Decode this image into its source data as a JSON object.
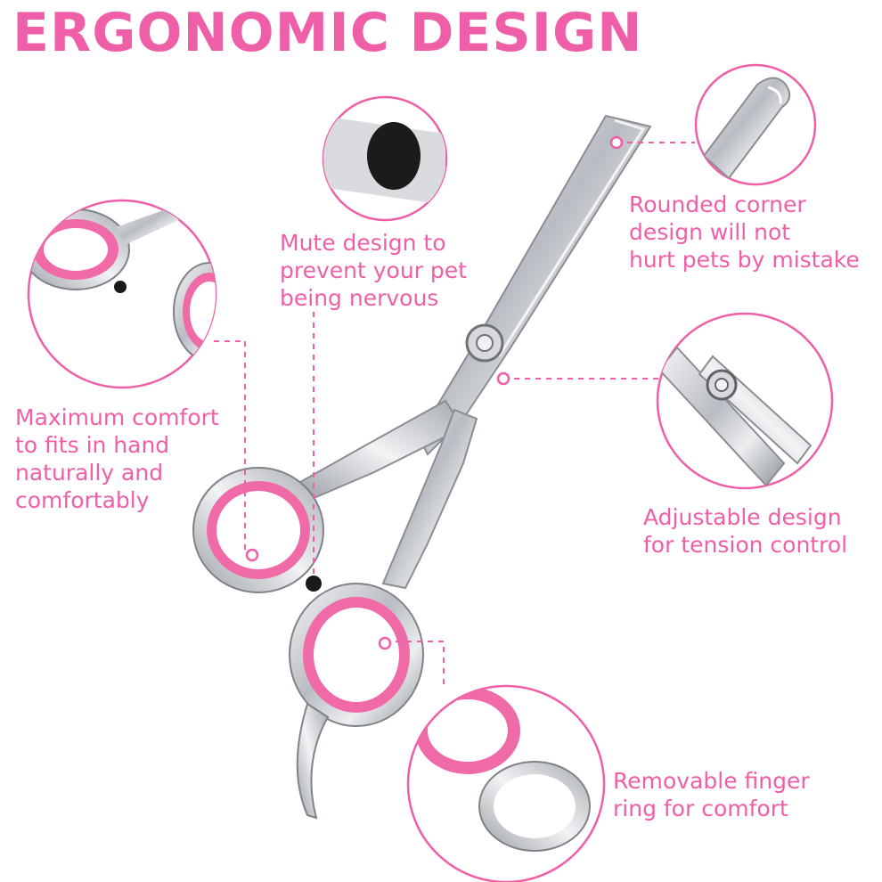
{
  "title": "ERGONOMIC DESIGN",
  "colors": {
    "accent": "#ef5fa7",
    "ring": "#f06aa8",
    "steel": "#c9ccd1"
  },
  "features": {
    "mute": "Mute design to\nprevent your pet\nbeing nervous",
    "rounded": "Rounded corner\ndesign will not\nhurt pets by mistake",
    "comfort": "Maximum comfort\nto fits in hand\nnaturally and\ncomfortably",
    "adjustable": "Adjustable design\nfor tension control",
    "removable": "Removable finger\nring for comfort"
  }
}
